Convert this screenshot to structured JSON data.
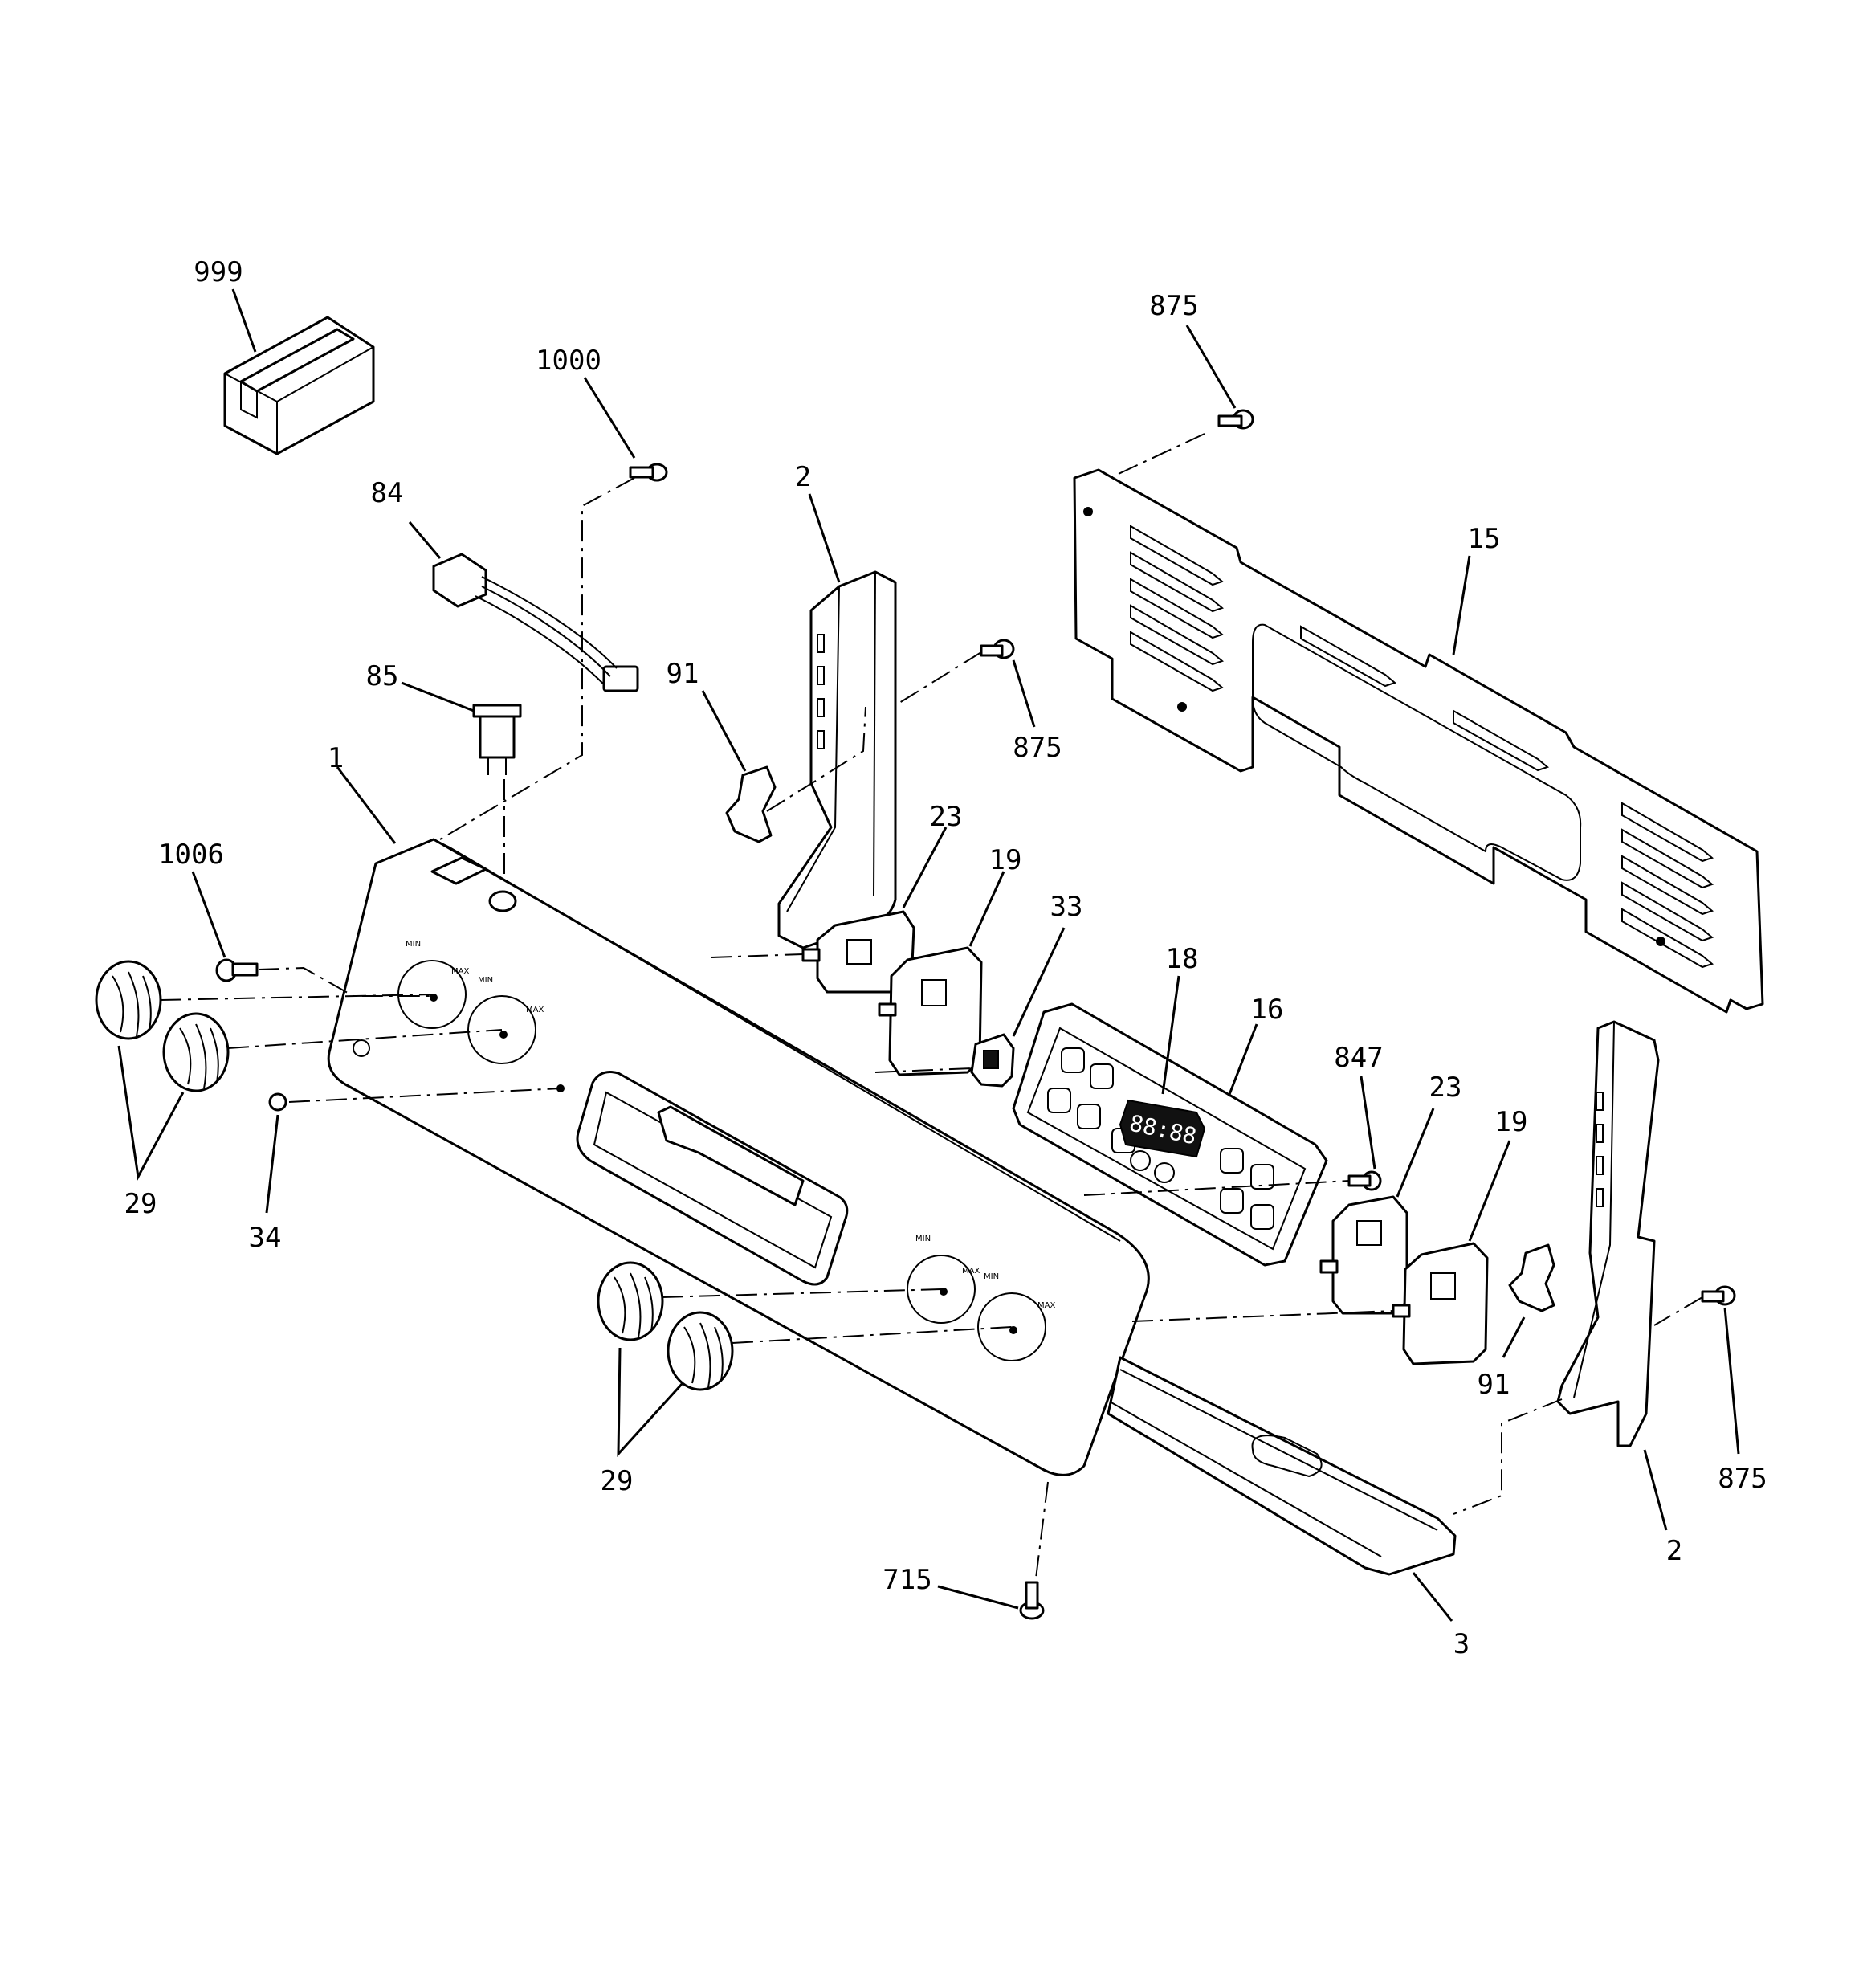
{
  "diagram": {
    "callouts": [
      {
        "id": "c999",
        "text": "999"
      },
      {
        "id": "c1000",
        "text": "1000"
      },
      {
        "id": "c84",
        "text": "84"
      },
      {
        "id": "c85",
        "text": "85"
      },
      {
        "id": "c1",
        "text": "1"
      },
      {
        "id": "c1006",
        "text": "1006"
      },
      {
        "id": "c29a",
        "text": "29"
      },
      {
        "id": "c34",
        "text": "34"
      },
      {
        "id": "c2a",
        "text": "2"
      },
      {
        "id": "c91a",
        "text": "91"
      },
      {
        "id": "c875a",
        "text": "875"
      },
      {
        "id": "c875b",
        "text": "875"
      },
      {
        "id": "c15",
        "text": "15"
      },
      {
        "id": "c23a",
        "text": "23"
      },
      {
        "id": "c19a",
        "text": "19"
      },
      {
        "id": "c33",
        "text": "33"
      },
      {
        "id": "c18",
        "text": "18"
      },
      {
        "id": "c16",
        "text": "16"
      },
      {
        "id": "c847",
        "text": "847"
      },
      {
        "id": "c23b",
        "text": "23"
      },
      {
        "id": "c19b",
        "text": "19"
      },
      {
        "id": "c91b",
        "text": "91"
      },
      {
        "id": "c875c",
        "text": "875"
      },
      {
        "id": "c2b",
        "text": "2"
      },
      {
        "id": "c29b",
        "text": "29"
      },
      {
        "id": "c715",
        "text": "715"
      },
      {
        "id": "c3",
        "text": "3"
      }
    ],
    "panel_labels": {
      "min": "MIN",
      "max": "MAX",
      "display": "88:88"
    }
  }
}
